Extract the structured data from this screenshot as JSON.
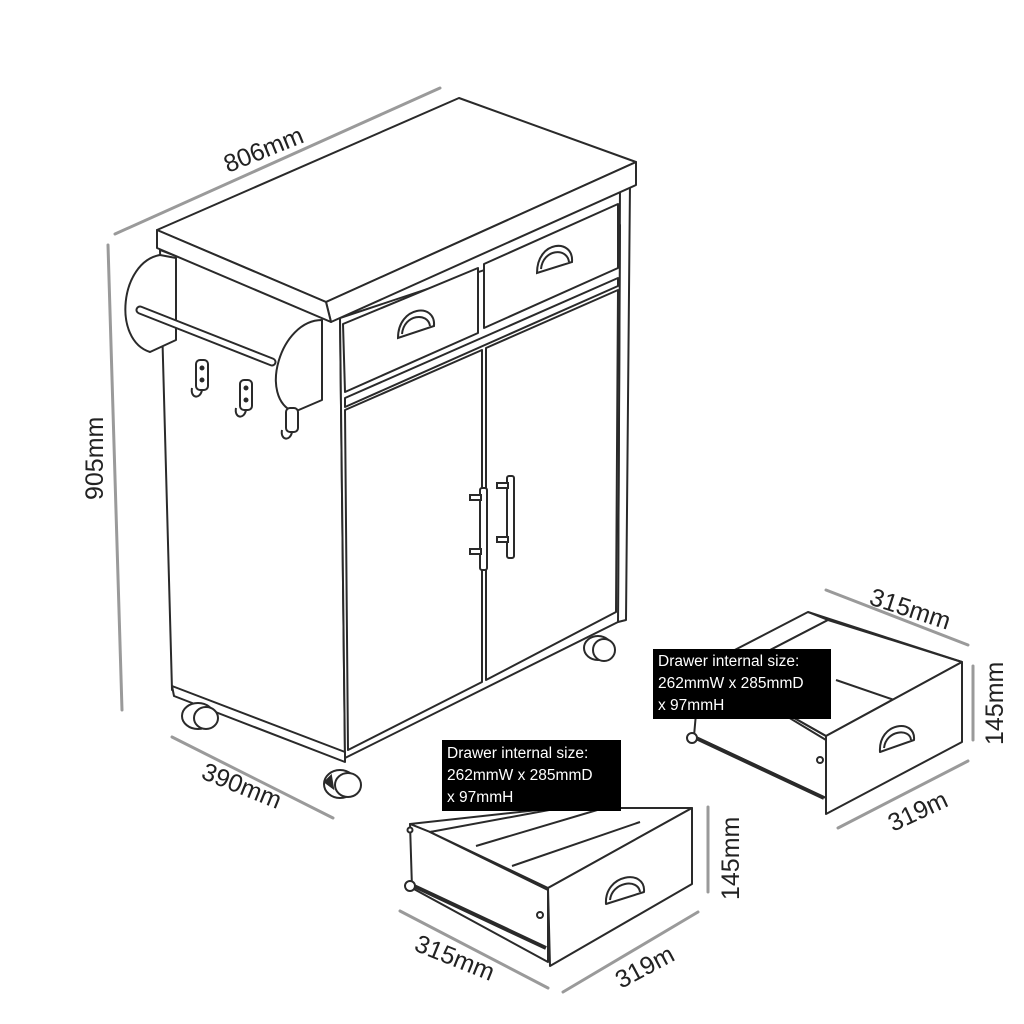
{
  "dimensions": {
    "width": "806mm",
    "height": "905mm",
    "depth": "390mm",
    "drawer_right_width": "315mm",
    "drawer_right_height": "145mm",
    "drawer_right_depth": "319m",
    "drawer_bottom_width": "315mm",
    "drawer_bottom_height": "145mm",
    "drawer_bottom_depth": "319m"
  },
  "drawer_info_right": {
    "line1": "Drawer internal size:",
    "line2": "262mmW x 285mmD",
    "line3": "x 97mmH"
  },
  "drawer_info_bottom": {
    "line1": "Drawer internal size:",
    "line2": "262mmW x 285mmD",
    "line3": "x 97mmH"
  },
  "colors": {
    "line": "#2a2a2a",
    "dimension_line": "#9a9a9a",
    "label_box": "#000000",
    "label_text": "#ffffff",
    "background": "#ffffff"
  },
  "icons": [
    "cup-handle-icon",
    "bar-handle-icon",
    "hook-icon",
    "caster-wheel-icon",
    "towel-rail-icon"
  ]
}
